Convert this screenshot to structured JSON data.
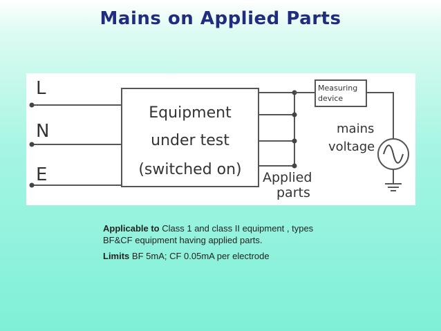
{
  "slide": {
    "title": "Mains on Applied Parts"
  },
  "diagram": {
    "terminal_labels": [
      "L",
      "N",
      "E"
    ],
    "equipment_box": [
      "Equipment",
      "under test",
      "(switched on)"
    ],
    "applied_parts": [
      "Applied",
      "parts"
    ],
    "measuring_device": [
      "Measuring",
      "device"
    ],
    "mains_voltage": [
      "mains",
      "voltage"
    ],
    "colors": {
      "wire": "#555555",
      "ink": "#333333",
      "title": "#1f2c80"
    },
    "icons": [
      "ac-source-icon",
      "ground-icon"
    ]
  },
  "notes": {
    "applicable_label": "Applicable to",
    "applicable_text": " Class 1 and class II equipment , types BF&CF equipment having applied parts.",
    "limits_label": "Limits",
    "limits_text": " BF 5mA; CF 0.05mA per electrode"
  }
}
